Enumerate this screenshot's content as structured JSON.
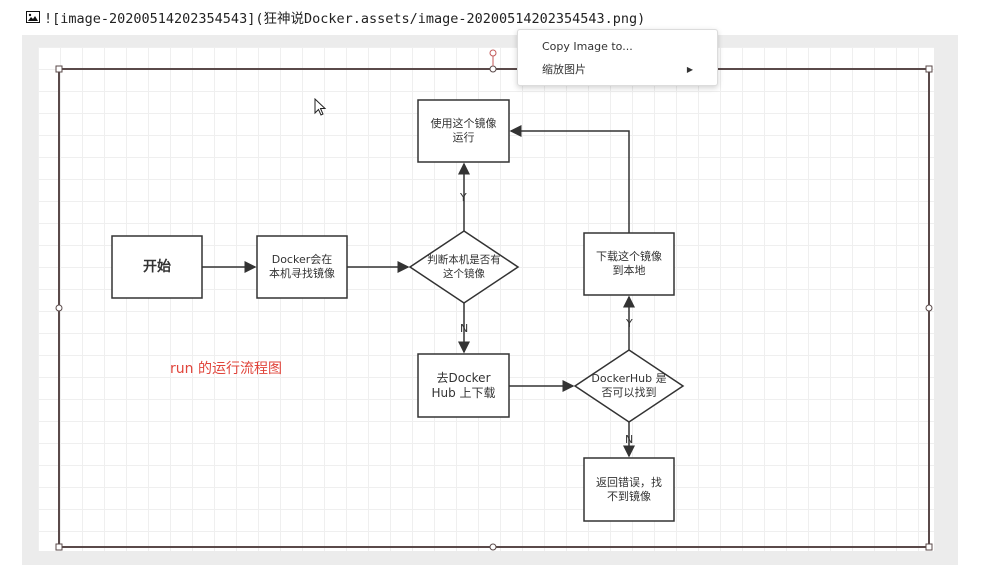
{
  "markdown_source": {
    "text": "![image-20200514202354543](狂神说Docker.assets/image-20200514202354543.png)",
    "icon": "image-file-icon"
  },
  "diagram": {
    "nodes": {
      "start": "开始",
      "docker_search": [
        "Docker会在",
        "本机寻找镜像"
      ],
      "decision_local": [
        "判断本机是否有",
        "这个镜像"
      ],
      "use_image": [
        "使用这个镜像",
        "运行"
      ],
      "download_hub": [
        "去Docker",
        "Hub 上下载"
      ],
      "decision_hub": [
        "DockerHub 是",
        "否可以找到"
      ],
      "download_local": [
        "下载这个镜像",
        "到本地"
      ],
      "return_error": [
        "返回错误，找",
        "不到镜像"
      ]
    },
    "edge_labels": {
      "local_yes": "Y",
      "local_no": "N",
      "hub_yes": "Y",
      "hub_no": "N"
    },
    "caption": "run 的运行流程图"
  },
  "context_menu": {
    "items": [
      {
        "label": "Copy Image to...",
        "submenu": false
      },
      {
        "label": "缩放图片",
        "submenu": true,
        "arrow_icon": "chevron-right-icon"
      }
    ]
  },
  "colors": {
    "diagram_line": "#333333",
    "selection_frame": "#5a4a4a",
    "caption": "#e0443a",
    "menu_bg": "#ffffff"
  }
}
